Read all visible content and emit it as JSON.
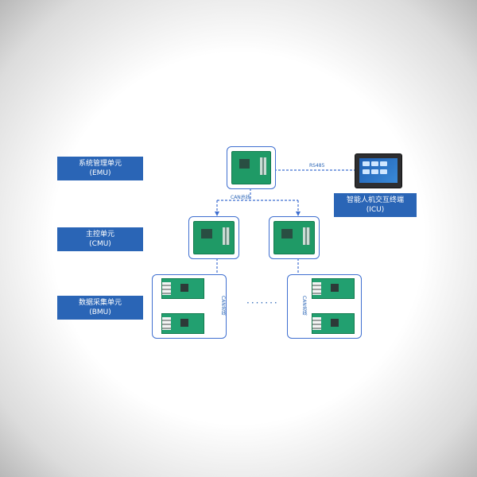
{
  "levels": [
    {
      "name": "系统管理单元",
      "abbr": "(EMU)"
    },
    {
      "name": "主控单元",
      "abbr": "(CMU)"
    },
    {
      "name": "数据采集单元",
      "abbr": "(BMU)"
    }
  ],
  "icu": {
    "name": "智能人机交互终端",
    "abbr": "(ICU)"
  },
  "links": {
    "rs485": "RS485",
    "can_top": "CAN总线",
    "can_left": "CAN总线",
    "can_right": "CAN总线"
  },
  "ellipsis": "·······",
  "colors": {
    "accent": "#2a65b6",
    "frame": "#3f6fd0",
    "board": "#1f9a66"
  }
}
